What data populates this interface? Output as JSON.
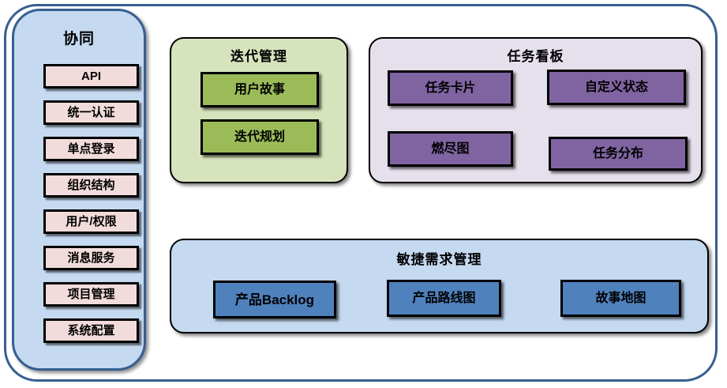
{
  "sidebar": {
    "title": "协同",
    "items": [
      "API",
      "统一认证",
      "单点登录",
      "组织结构",
      "用户/权限",
      "消息服务",
      "项目管理",
      "系统配置"
    ]
  },
  "panels": {
    "iteration": {
      "title": "迭代管理",
      "items": [
        "用户故事",
        "迭代规划"
      ]
    },
    "kanban": {
      "title": "任务看板",
      "items": [
        "任务卡片",
        "自定义状态",
        "燃尽图",
        "任务分布"
      ]
    },
    "agile": {
      "title": "敏捷需求管理",
      "items": [
        "产品Backlog",
        "产品路线图",
        "故事地图"
      ]
    }
  },
  "colors": {
    "frame_border": "#365f91",
    "sidebar_fill": "#c5d9f1",
    "sidebar_item_fill": "#f2dcdb",
    "iteration_panel_fill": "#d6e3bc",
    "iteration_item_fill": "#9bbb59",
    "kanban_panel_fill": "#e5e0ec",
    "kanban_item_fill": "#8064a2",
    "agile_panel_fill": "#c5d9f1",
    "agile_item_fill": "#4f81bd",
    "box_border": "#000000"
  }
}
